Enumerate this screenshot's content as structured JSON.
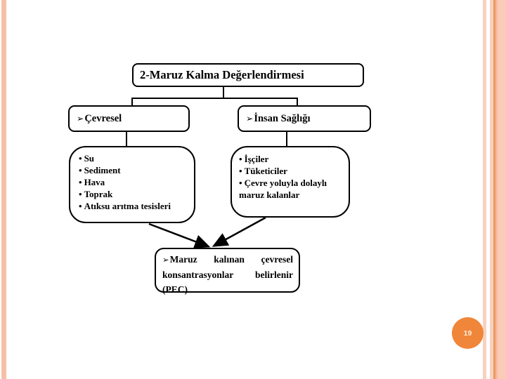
{
  "slide": {
    "page_number": "19",
    "colors": {
      "left_stripe": "#f5c0a7",
      "right_stripe_light": "#f8d1bf",
      "right_stripe_orange": "#e99a60",
      "right_stripe_mid": "#f6b89e",
      "right_stripe_wide": "#fbcbb7",
      "page_badge": "#f0863a",
      "page_badge_text": "#ffeedd",
      "box_border": "#000000"
    }
  },
  "diagram": {
    "bullet": "•",
    "arrow_bullet": "➢",
    "title": "2-Maruz Kalma Değerlendirmesi",
    "env_branch": {
      "label": "Çevresel"
    },
    "human_branch": {
      "label": "İnsan Sağlığı"
    },
    "env_sources": {
      "items": [
        "Su",
        "Sediment",
        "Hava",
        "Toprak",
        "Atıksu arıtma tesisleri"
      ]
    },
    "human_targets": {
      "items": [
        "İşçiler",
        "Tüketiciler",
        "Çevre yoluyla dolaylı maruz kalanlar"
      ]
    },
    "outcome": {
      "label": "Maruz kalınan çevresel konsantrasyonlar belirlenir (PEC)"
    }
  }
}
